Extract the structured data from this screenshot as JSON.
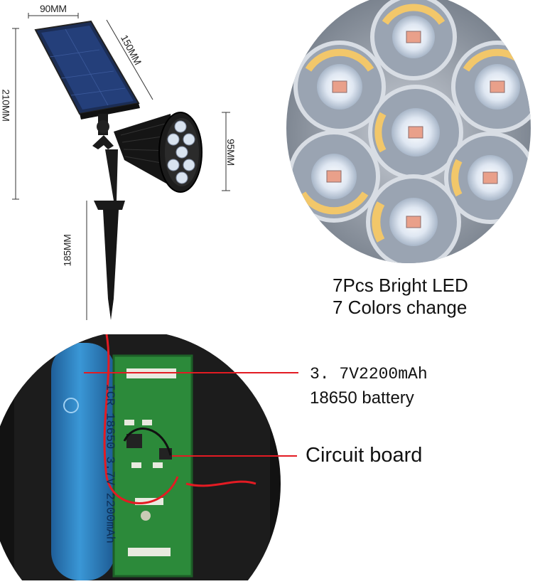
{
  "dimensions": {
    "width": "90MM",
    "panel_length": "150MM",
    "total_height": "210MM",
    "head_height": "95MM",
    "stake_length": "185MM"
  },
  "led_caption": {
    "line1": "7Pcs Bright LED",
    "line2": "7 Colors change"
  },
  "battery": {
    "line1": "3. 7V2200mAh",
    "line2": "18650 battery",
    "printed_text": "ICR 18650 3.7V 2200mAh"
  },
  "circuit": {
    "label": "Circuit board"
  },
  "colors": {
    "pointer_line": "#e31b23",
    "battery_blue": "#2f86c8",
    "pcb_green": "#2c8a3a",
    "led_warm": "#f2c76a"
  }
}
